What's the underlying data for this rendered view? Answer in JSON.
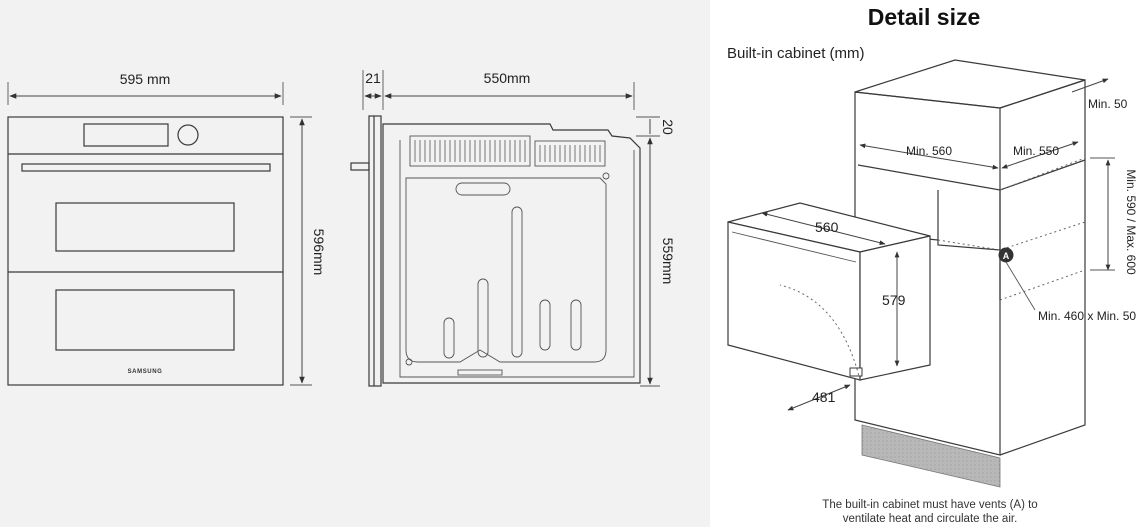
{
  "front_view": {
    "width_label": "595 mm",
    "height_label": "596mm",
    "brand_label": "SAMSUNG"
  },
  "side_view": {
    "door_depth_label": "21",
    "body_depth_label": "550mm",
    "top_offset_label": "20",
    "body_height_label": "559mm"
  },
  "detail": {
    "title": "Detail size",
    "subtitle": "Built-in cabinet (mm)",
    "labels": {
      "min_50_top": "Min. 50",
      "min_560": "Min. 560",
      "min_550": "Min. 550",
      "height_range": "Min. 590 / Max. 600",
      "vent_marker": "A",
      "vent_size": "Min. 460 x Min. 50",
      "oven_width": "560",
      "oven_height": "579",
      "door_swing": "481"
    },
    "footnote_line1": "The built-in cabinet must have vents (A) to",
    "footnote_line2": "ventilate heat and circulate the air."
  }
}
